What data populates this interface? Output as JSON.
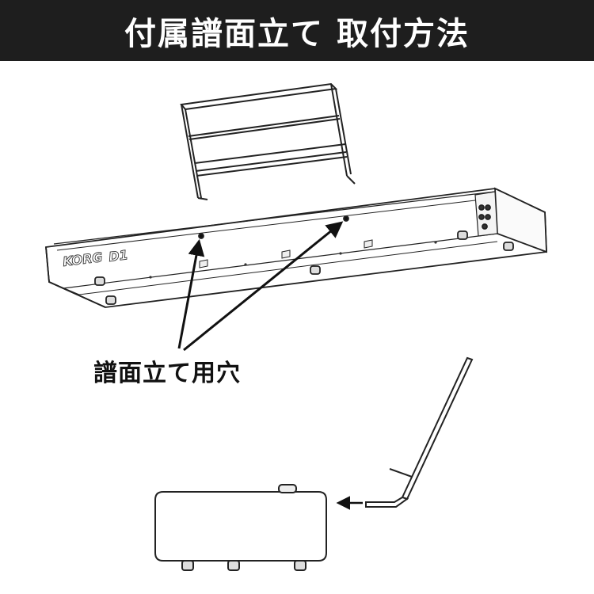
{
  "header": {
    "title": "付属譜面立て 取付方法",
    "background_color": "#1e1e1e",
    "text_color": "#ffffff"
  },
  "piano": {
    "brand": "KORG",
    "model": "D1"
  },
  "callout": {
    "label": "譜面立て用穴"
  },
  "icons": [
    "music-stand-drawing",
    "piano-body-drawing",
    "arrow-icon",
    "side-view-drawing"
  ]
}
